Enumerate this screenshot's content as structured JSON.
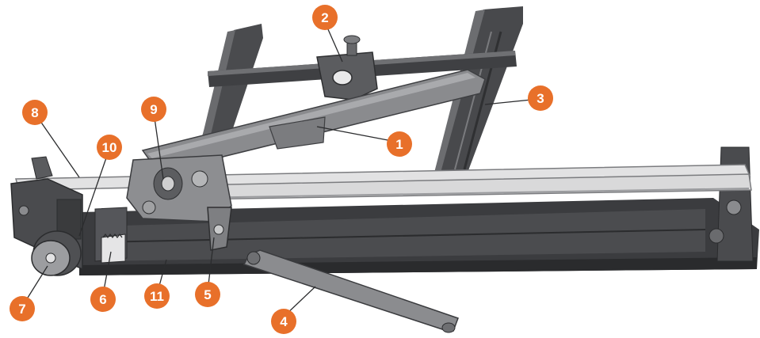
{
  "diagram": {
    "subject": "tile cutter",
    "callout_color": "#e8702a",
    "callouts": [
      {
        "id": "c1",
        "label": "1"
      },
      {
        "id": "c2",
        "label": "2"
      },
      {
        "id": "c3",
        "label": "3"
      },
      {
        "id": "c4",
        "label": "4"
      },
      {
        "id": "c5",
        "label": "5"
      },
      {
        "id": "c6",
        "label": "6"
      },
      {
        "id": "c7",
        "label": "7"
      },
      {
        "id": "c8",
        "label": "8"
      },
      {
        "id": "c9",
        "label": "9"
      },
      {
        "id": "c10",
        "label": "10"
      },
      {
        "id": "c11",
        "label": "11"
      }
    ]
  }
}
